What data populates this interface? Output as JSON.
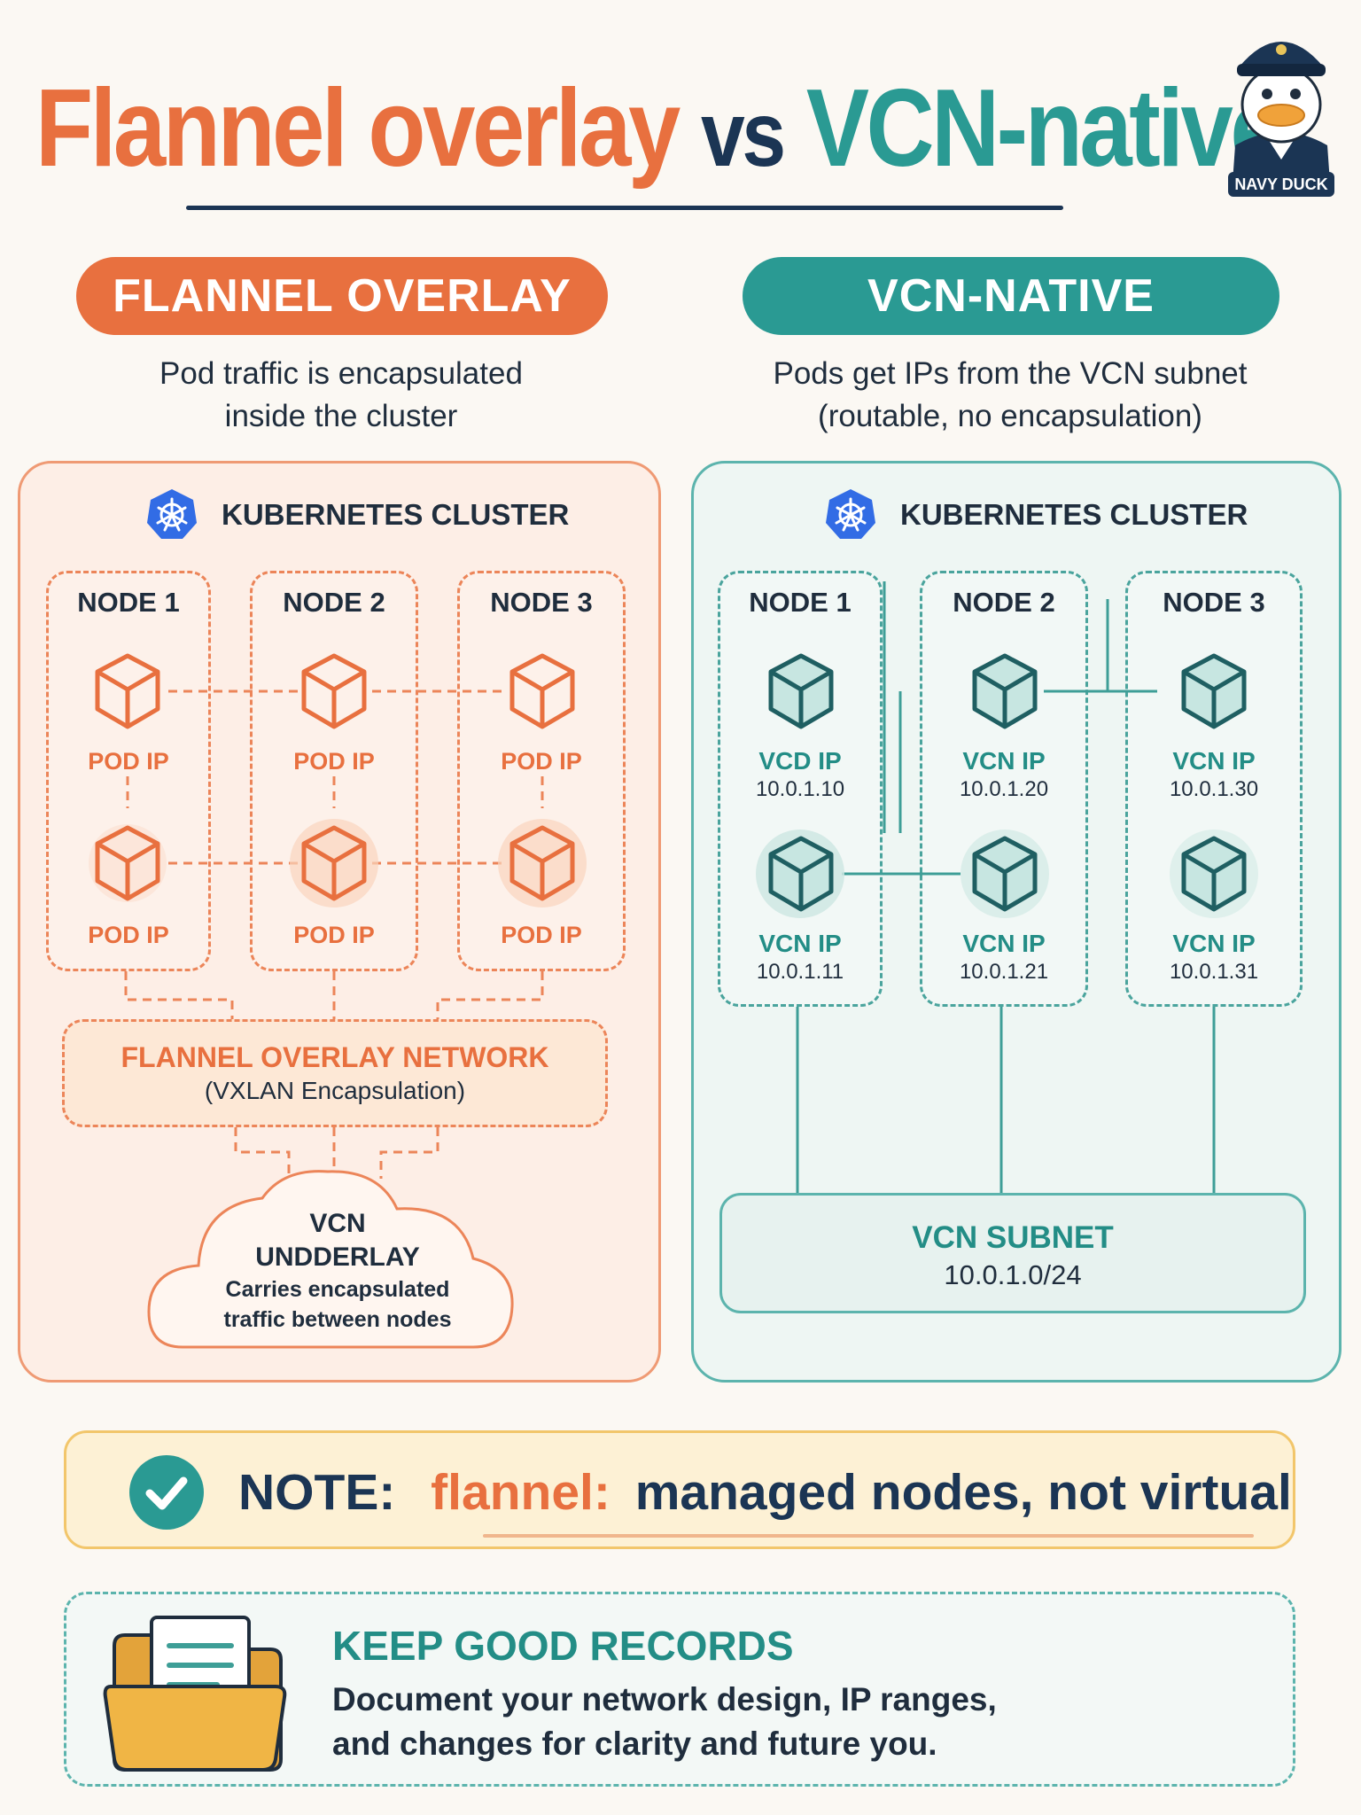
{
  "title": {
    "part1": "Flannel overlay",
    "part2": "vs",
    "part3": "VCN-native"
  },
  "mascot": {
    "label": "NAVY DUCK"
  },
  "left": {
    "header": "FLANNEL OVERLAY",
    "subtitle_line1": "Pod traffic is encapsulated",
    "subtitle_line2": "inside the cluster",
    "cluster_label": "KUBERNETES CLUSTER",
    "nodes": [
      {
        "name": "NODE 1",
        "pod_top": "POD IP",
        "pod_bottom": "POD IP"
      },
      {
        "name": "NODE 2",
        "pod_top": "POD IP",
        "pod_bottom": "POD IP"
      },
      {
        "name": "NODE 3",
        "pod_top": "POD IP",
        "pod_bottom": "POD IP"
      }
    ],
    "overlay_title": "FLANNEL OVERLAY NETWORK",
    "overlay_sub": "(VXLAN Encapsulation)",
    "underlay_line1": "VCN",
    "underlay_line2": "UNDDERLAY",
    "underlay_sub1": "Carries encapsulated",
    "underlay_sub2": "traffic between nodes",
    "color": "#e8703f"
  },
  "right": {
    "header": "VCN-NATIVE",
    "subtitle_line1": "Pods get IPs from the VCN subnet",
    "subtitle_line2": "(routable, no encapsulation)",
    "cluster_label": "KUBERNETES CLUSTER",
    "nodes": [
      {
        "name": "NODE 1",
        "pod_top_label": "VCD IP",
        "pod_top_ip": "10.0.1.10",
        "pod_bottom_label": "VCN IP",
        "pod_bottom_ip": "10.0.1.11"
      },
      {
        "name": "NODE 2",
        "pod_top_label": "VCN IP",
        "pod_top_ip": "10.0.1.20",
        "pod_bottom_label": "VCN IP",
        "pod_bottom_ip": "10.0.1.21"
      },
      {
        "name": "NODE 3",
        "pod_top_label": "VCN IP",
        "pod_top_ip": "10.0.1.30",
        "pod_bottom_label": "VCN IP",
        "pod_bottom_ip": "10.0.1.31"
      }
    ],
    "subnet_title": "VCN SUBNET",
    "subnet_cidr": "10.0.1.0/24",
    "color": "#2a9a93"
  },
  "note": {
    "label": "NOTE:",
    "key": "flannel:",
    "value": "managed nodes, not virtual"
  },
  "records": {
    "title": "KEEP GOOD RECORDS",
    "line1": "Document your network design, IP ranges,",
    "line2": "and changes for clarity and future you."
  }
}
